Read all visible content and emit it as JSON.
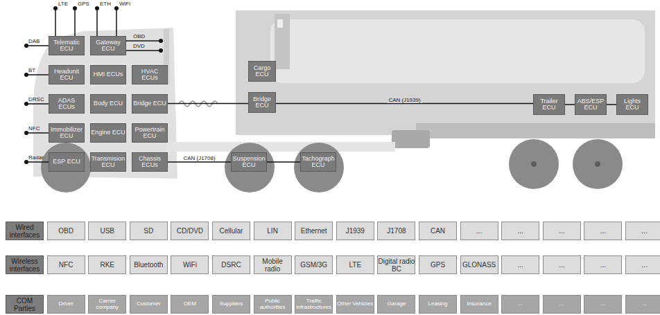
{
  "diagram": {
    "nodes": [
      {
        "text": [
          "Telematic ECU"
        ]
      },
      {
        "text": [
          "Gateway ECU"
        ]
      },
      {
        "text": [
          "Headunit ECU"
        ]
      },
      {
        "text": [
          "HMI ECUs"
        ]
      },
      {
        "text": [
          "HVAC ECUs"
        ]
      },
      {
        "text": [
          "Cargo ECU"
        ]
      },
      {
        "text": [
          "ADAS ECUs"
        ]
      },
      {
        "text": [
          "Body ECU"
        ]
      },
      {
        "text": [
          "Bridge ECU"
        ]
      },
      {
        "text": [
          "Bridge ECU"
        ]
      },
      {
        "text": [
          "Trailer ECU"
        ]
      },
      {
        "text": [
          "ABS/ESP ECU"
        ]
      },
      {
        "text": [
          "Lights ECU"
        ]
      },
      {
        "text": [
          "Immobilizer ECU"
        ]
      },
      {
        "text": [
          "Engine ECU"
        ]
      },
      {
        "text": [
          "Powertrain ECU"
        ]
      },
      {
        "text": [
          "ESP ECU"
        ]
      },
      {
        "text": [
          "Transmision ECU"
        ]
      },
      {
        "text": [
          "Chassis ECUs"
        ]
      },
      {
        "text": [
          "Suspension ECU"
        ]
      },
      {
        "text": [
          "Tachograph ECU"
        ]
      },
      {
        "text": [
          "Wired interfaces"
        ]
      },
      {
        "text": [
          "OBD"
        ]
      },
      {
        "text": [
          "USB"
        ]
      },
      {
        "text": [
          "SD"
        ]
      },
      {
        "text": [
          "CD/DVD"
        ]
      },
      {
        "text": [
          "Cellular"
        ]
      },
      {
        "text": [
          "LIN"
        ]
      },
      {
        "text": [
          "Ethernet"
        ]
      },
      {
        "text": [
          "J1939"
        ]
      },
      {
        "text": [
          "J1708"
        ]
      },
      {
        "text": [
          "CAN"
        ]
      },
      {
        "text": [
          "..."
        ]
      },
      {
        "text": [
          "..."
        ]
      },
      {
        "text": [
          "..."
        ]
      },
      {
        "text": [
          "..."
        ]
      },
      {
        "text": [
          "..."
        ]
      },
      {
        "text": [
          "Wireless interfaces"
        ]
      },
      {
        "text": [
          "NFC"
        ]
      },
      {
        "text": [
          "RKE"
        ]
      },
      {
        "text": [
          "Bluetooth"
        ]
      },
      {
        "text": [
          "WiFi"
        ]
      },
      {
        "text": [
          "DSRC"
        ]
      },
      {
        "text": [
          "Mobile radio"
        ]
      },
      {
        "text": [
          "GSM/3G"
        ]
      },
      {
        "text": [
          "LTE"
        ]
      },
      {
        "text": [
          "Digital radio BC"
        ]
      },
      {
        "text": [
          "GPS"
        ]
      },
      {
        "text": [
          "GLONASS"
        ]
      },
      {
        "text": [
          "..."
        ]
      },
      {
        "text": [
          "..."
        ]
      },
      {
        "text": [
          "..."
        ]
      },
      {
        "text": [
          "..."
        ]
      },
      {
        "text": [
          "COM Parties"
        ]
      },
      {
        "text": [
          "Driver"
        ]
      },
      {
        "text": [
          "Carrier company"
        ]
      },
      {
        "text": [
          "Customer"
        ]
      },
      {
        "text": [
          "OEM"
        ]
      },
      {
        "text": [
          "Suppliers"
        ]
      },
      {
        "text": [
          "Public authorities"
        ]
      },
      {
        "text": [
          "Traffic infrastructures"
        ]
      },
      {
        "text": [
          "Other Vehicles"
        ]
      },
      {
        "text": [
          "Garage"
        ]
      },
      {
        "text": [
          "Leasing"
        ]
      },
      {
        "text": [
          "Insurance"
        ]
      },
      {
        "text": [
          "..."
        ]
      },
      {
        "text": [
          "..."
        ]
      },
      {
        "text": [
          "..."
        ]
      },
      {
        "text": [
          "..."
        ]
      }
    ],
    "edges": [
      {
        "from": 8,
        "to": 9,
        "arrow": "none"
      },
      {
        "from": 9,
        "to": 10,
        "arrow": "none",
        "label": "CAN (J1939)"
      },
      {
        "from": 10,
        "to": 11,
        "arrow": "none"
      },
      {
        "from": 11,
        "to": 12,
        "arrow": "none"
      },
      {
        "from": 18,
        "to": 19,
        "arrow": "none",
        "label": "CAN (J1708)"
      },
      {
        "from": 19,
        "to": 20,
        "arrow": "none"
      }
    ],
    "labels": [
      "LTE",
      "GPS",
      "ETH",
      "WiFi",
      "DAB",
      "OBD",
      "DVD",
      "BT",
      "DRSC",
      "NFC",
      "Radar"
    ]
  }
}
